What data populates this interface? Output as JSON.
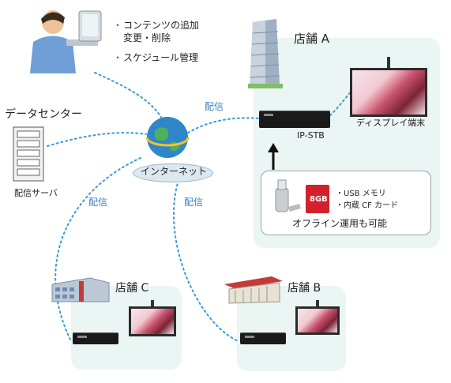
{
  "operator": {
    "bullets": [
      {
        "mark": "・",
        "text": "コンテンツの追加"
      },
      {
        "mark": "",
        "text": "変更・削除"
      },
      {
        "mark": "・",
        "text": "スケジュール管理"
      }
    ]
  },
  "datacenter": {
    "title": "データセンター",
    "server_label": "配信サーバ"
  },
  "internet": {
    "label": "インターネット"
  },
  "delivery_labels": {
    "top": "配信",
    "left": "配信",
    "center": "配信"
  },
  "store_a": {
    "title": "店舗 A",
    "stb_label": "IP-STB",
    "display_label": "ディスプレイ端末",
    "offline": {
      "card_capacity": "8GB",
      "media_items": [
        "・USB メモリ",
        "・内蔵 CF カード"
      ],
      "caption": "オフライン運用も可能"
    }
  },
  "store_b": {
    "title": "店舗 B"
  },
  "store_c": {
    "title": "店舗 C"
  },
  "colors": {
    "panel": "#eaf5f4",
    "dashed_link": "#3a9ad8",
    "bullet_mark": "#e0202a",
    "sd_card": "#d4202a"
  }
}
